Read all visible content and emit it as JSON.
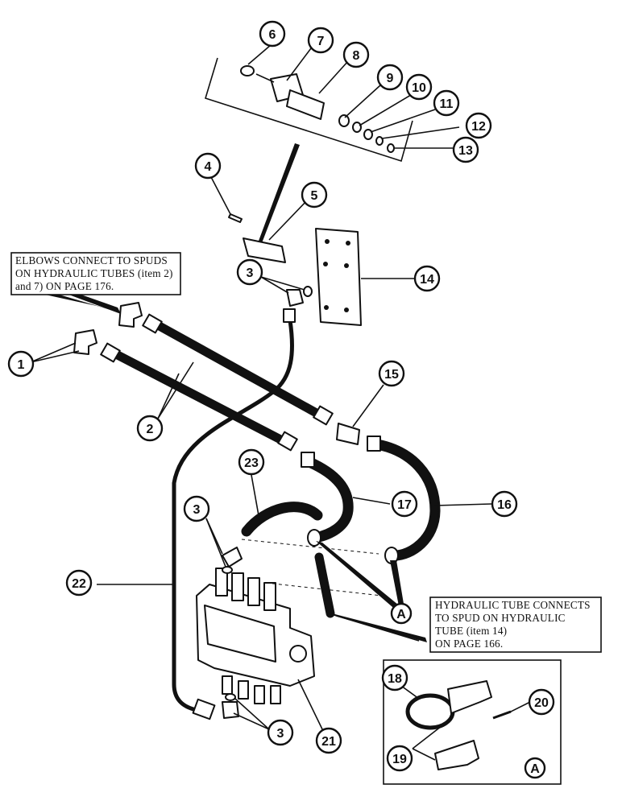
{
  "callouts": [
    "1",
    "2",
    "3",
    "4",
    "5",
    "6",
    "7",
    "8",
    "9",
    "10",
    "11",
    "12",
    "13",
    "14",
    "15",
    "16",
    "17",
    "18",
    "19",
    "20",
    "21",
    "22",
    "23"
  ],
  "detail_label": "A",
  "notes": {
    "elbows": [
      "ELBOWS CONNECT TO SPUDS",
      "ON HYDRAULIC TUBES (item 2)",
      "and 7) ON PAGE 176."
    ],
    "tube": [
      "HYDRAULIC TUBE CONNECTS",
      "TO SPUD ON HYDRAULIC",
      "TUBE (item 14)",
      "ON PAGE 166."
    ]
  }
}
